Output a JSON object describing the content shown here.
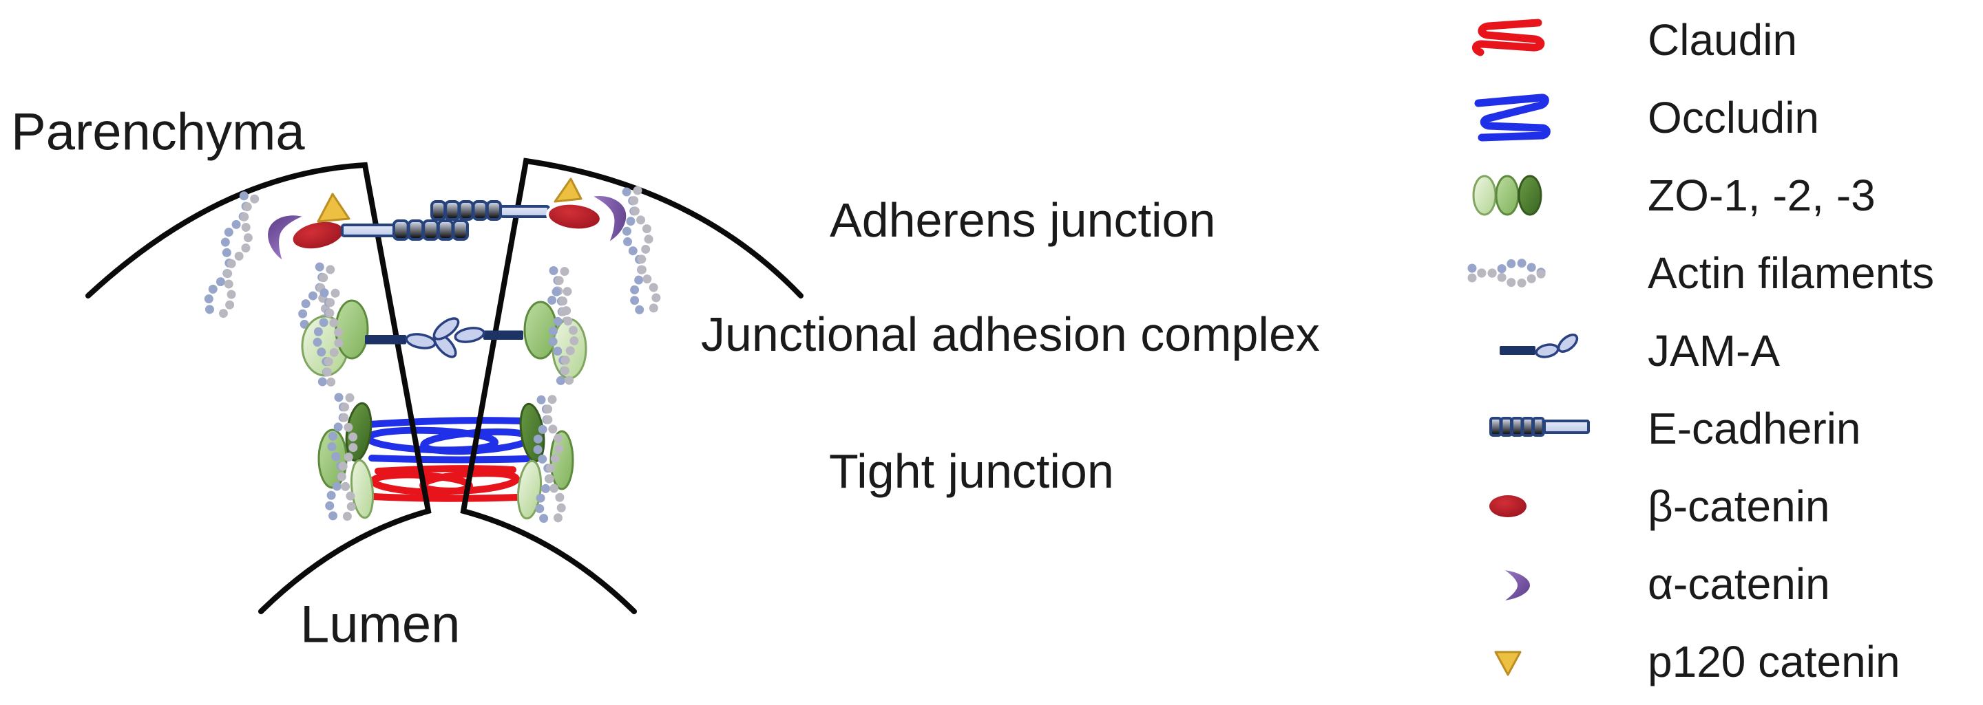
{
  "diagram": {
    "region_labels": {
      "parenchyma": "Parenchyma",
      "lumen": "Lumen"
    },
    "junction_labels": [
      {
        "label": "Adherens junction"
      },
      {
        "label": "Junctional adhesion complex"
      },
      {
        "label": "Tight junction"
      }
    ]
  },
  "legend": {
    "items": [
      {
        "icon": "claudin-icon",
        "label": "Claudin"
      },
      {
        "icon": "occludin-icon",
        "label": "Occludin"
      },
      {
        "icon": "zo-proteins-icon",
        "label": "ZO-1, -2, -3"
      },
      {
        "icon": "actin-filaments-icon",
        "label": "Actin filaments"
      },
      {
        "icon": "jam-a-icon",
        "label": "JAM-A"
      },
      {
        "icon": "e-cadherin-icon",
        "label": "E-cadherin"
      },
      {
        "icon": "beta-catenin-icon",
        "label": "β-catenin"
      },
      {
        "icon": "alpha-catenin-icon",
        "label": "α-catenin"
      },
      {
        "icon": "p120-catenin-icon",
        "label": "p120 catenin"
      }
    ]
  },
  "colors": {
    "claudin_red": "#e8141c",
    "occludin_blue": "#2030e8",
    "membrane_black": "#0a0a0a",
    "jam_navy": "#1d3365",
    "jam_ellipse_fill": "#c7d1ed",
    "ecadherin_fill": "#bdc9e9",
    "zo_light_green": "#c3dda7",
    "zo_medium_green": "#9cc67c",
    "zo_dark_green": "#4c7a2e",
    "beta_catenin_red": "#a3141f",
    "alpha_catenin_purple": "#7e55ab",
    "p120_gold": "#eec041",
    "actin_bead_blue": "#97a5cb",
    "text": "#1a1a1a"
  }
}
